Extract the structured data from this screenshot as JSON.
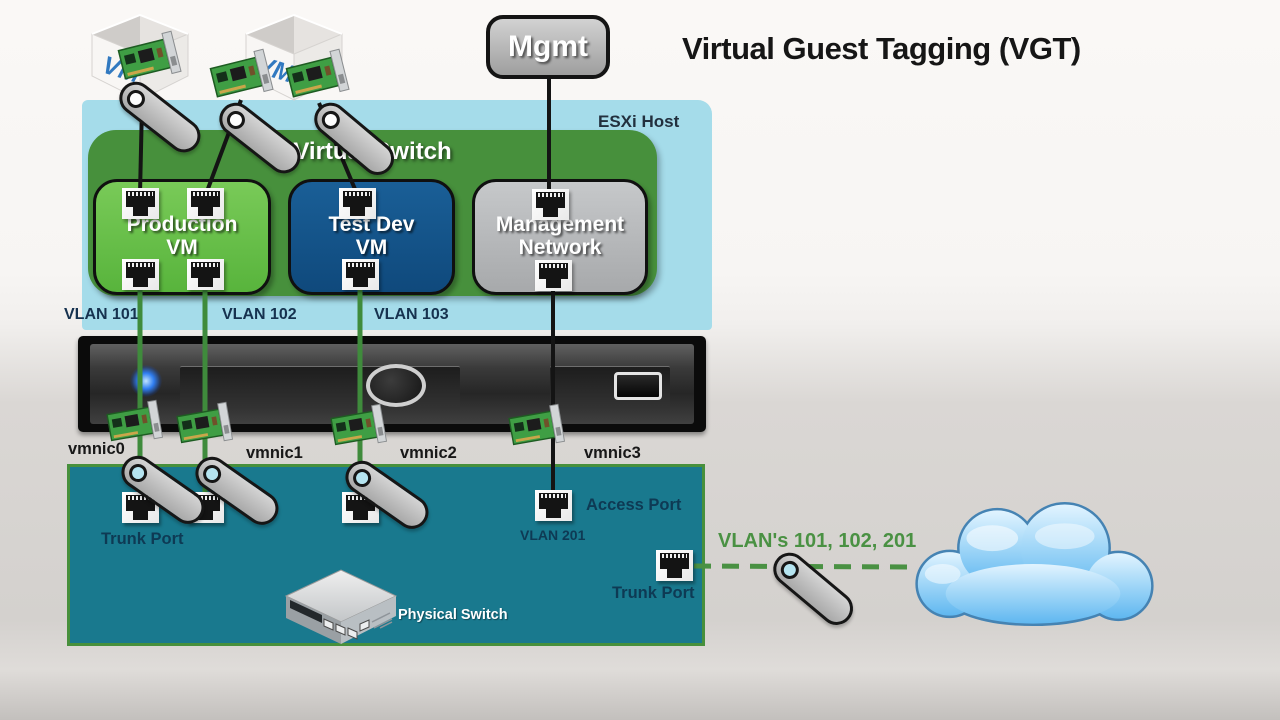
{
  "title": "Virtual Guest Tagging (VGT)",
  "esxi_host": {
    "label": "ESXi Host"
  },
  "virtual_switch": {
    "label": "Virtual Switch",
    "port_groups": [
      {
        "label": "Production\nVM"
      },
      {
        "label": "Test Dev\nVM"
      },
      {
        "label": "Management\nNetwork"
      }
    ]
  },
  "vm_icon": {
    "label": "VM"
  },
  "mgmt_node": {
    "label": "Mgmt"
  },
  "vlan_band": [
    "VLAN 101",
    "VLAN 102",
    "VLAN 103"
  ],
  "vmnics": [
    "vmnic0",
    "vmnic1",
    "vmnic2",
    "vmnic3"
  ],
  "physical_switch": {
    "name": "Physical Switch",
    "trunk_port_left": "Trunk Port",
    "access_port": "Access Port",
    "access_port_vlan": "VLAN 201",
    "trunk_port_right": "Trunk Port"
  },
  "uplink": {
    "label": "VLAN's 101, 102, 201"
  },
  "colors": {
    "esxi_host_fill": "#a5dcea",
    "virtual_switch_fill": "#47903c",
    "production_fill": "#63bb46",
    "testdev_fill": "#12528c",
    "management_fill": "#b9bbbd",
    "physical_switch_fill": "#19798e",
    "line_black": "#141414",
    "line_green": "#3f8b3c",
    "vlan_text": "#16324f",
    "cloud_fill": "#a6d9f8",
    "tag_fill": "#bebebe",
    "vm_logo_blue": "#3179c0"
  }
}
